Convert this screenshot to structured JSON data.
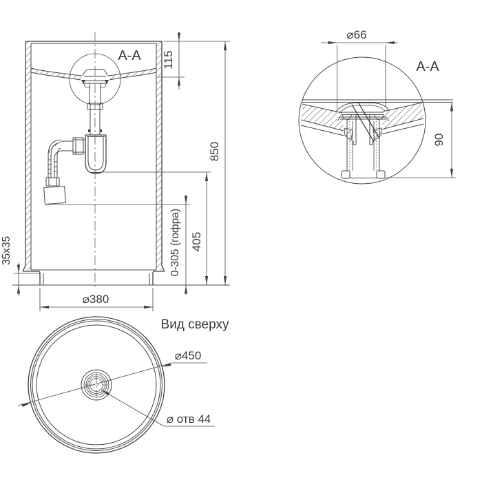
{
  "page": {
    "background": "#ffffff",
    "line_color": "#404040",
    "text_color": "#383838"
  },
  "front_view": {
    "section_label": "А-А",
    "dim_bowl_depth": "115",
    "dim_total_height": "850",
    "dim_siphon_outlet_height": "405",
    "dim_hose_range": "0-305 (гофра)",
    "dim_base_profile": "35x35",
    "dim_base_diameter": "⌀380"
  },
  "detail_view": {
    "label": "А-А",
    "dim_flange_diameter": "⌀66",
    "dim_drain_height": "90"
  },
  "top_view": {
    "title": "Вид сверху",
    "dim_outer_diameter": "⌀450",
    "dim_drain_hole": "⌀ отв 44"
  }
}
